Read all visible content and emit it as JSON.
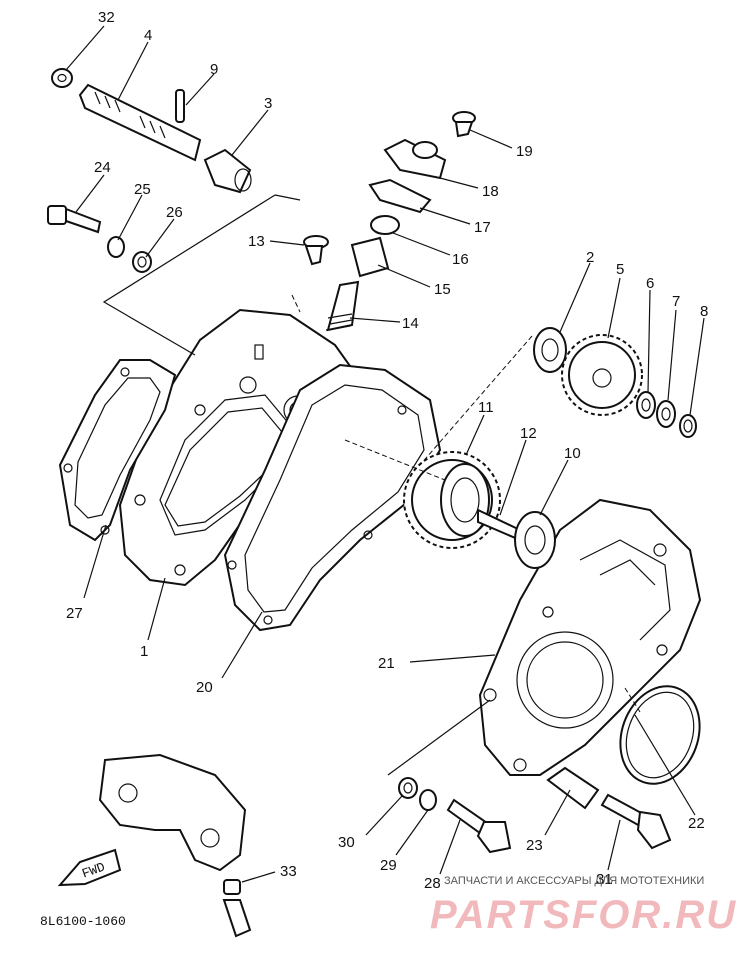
{
  "callouts": {
    "c1": "1",
    "c2": "2",
    "c3": "3",
    "c4": "4",
    "c5": "5",
    "c6": "6",
    "c7": "7",
    "c8": "8",
    "c9": "9",
    "c10": "10",
    "c11": "11",
    "c12": "12",
    "c13": "13",
    "c14": "14",
    "c15": "15",
    "c16": "16",
    "c17": "17",
    "c18": "18",
    "c19": "19",
    "c20": "20",
    "c21": "21",
    "c22": "22",
    "c23": "23",
    "c24": "24",
    "c25": "25",
    "c26": "26",
    "c27": "27",
    "c28": "28",
    "c29": "29",
    "c30": "30",
    "c31": "31",
    "c32": "32",
    "c33": "33"
  },
  "fwd_label": "FWD",
  "diagram_code": "8L6100-1060",
  "watermark": {
    "tagline": "ЗАПЧАСТИ И АКСЕССУАРЫ ДЛЯ МОТОТЕХНИКИ",
    "brand": "PARTSFOR.RU"
  }
}
